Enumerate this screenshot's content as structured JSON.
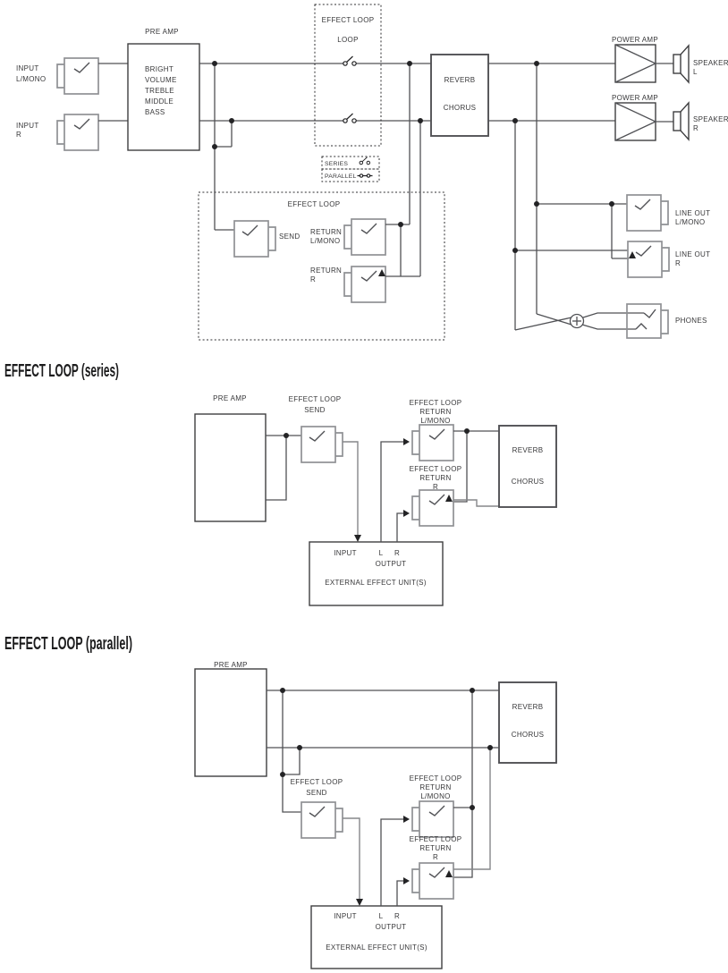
{
  "main": {
    "input_l": [
      "INPUT",
      "L/MONO"
    ],
    "input_r": [
      "INPUT",
      "R"
    ],
    "preamp_title": "PRE AMP",
    "preamp_controls": [
      "BRIGHT",
      "VOLUME",
      "TREBLE",
      "MIDDLE",
      "BASS"
    ],
    "loop_box": [
      "EFFECT LOOP",
      "LOOP"
    ],
    "series_label": "SERIES",
    "parallel_label": "PARALLEL",
    "effect_loop_label": "EFFECT LOOP",
    "send_label": "SEND",
    "return_l": [
      "RETURN",
      "L/MONO"
    ],
    "return_r": [
      "RETURN",
      "R"
    ],
    "reverb": [
      "REVERB",
      "CHORUS"
    ],
    "power_amp_l": "POWER AMP",
    "power_amp_r": "POWER AMP",
    "speaker_l": [
      "SPEAKER",
      "L"
    ],
    "speaker_r": [
      "SPEAKER",
      "R"
    ],
    "line_out_l": [
      "LINE OUT",
      "L/MONO"
    ],
    "line_out_r": [
      "LINE OUT",
      "R"
    ],
    "phones_label": "PHONES"
  },
  "series": {
    "heading": "EFFECT LOOP (series)",
    "preamp_title": "PRE AMP",
    "send": [
      "EFFECT LOOP",
      "SEND"
    ],
    "return_l": [
      "EFFECT LOOP",
      "RETURN",
      "L/MONO"
    ],
    "return_r": [
      "EFFECT LOOP",
      "RETURN",
      "R"
    ],
    "reverb": [
      "REVERB",
      "CHORUS"
    ],
    "ext_unit": {
      "input": "INPUT",
      "l": "L",
      "r": "R",
      "output": "OUTPUT",
      "title": "EXTERNAL EFFECT UNIT(S)"
    }
  },
  "parallel": {
    "heading": "EFFECT LOOP (parallel)",
    "preamp_title": "PRE AMP",
    "send": [
      "EFFECT LOOP",
      "SEND"
    ],
    "return_l": [
      "EFFECT LOOP",
      "RETURN",
      "L/MONO"
    ],
    "return_r": [
      "EFFECT LOOP",
      "RETURN",
      "R"
    ],
    "reverb": [
      "REVERB",
      "CHORUS"
    ],
    "ext_unit": {
      "input": "INPUT",
      "l": "L",
      "r": "R",
      "output": "OUTPUT",
      "title": "EXTERNAL EFFECT UNIT(S)"
    }
  }
}
